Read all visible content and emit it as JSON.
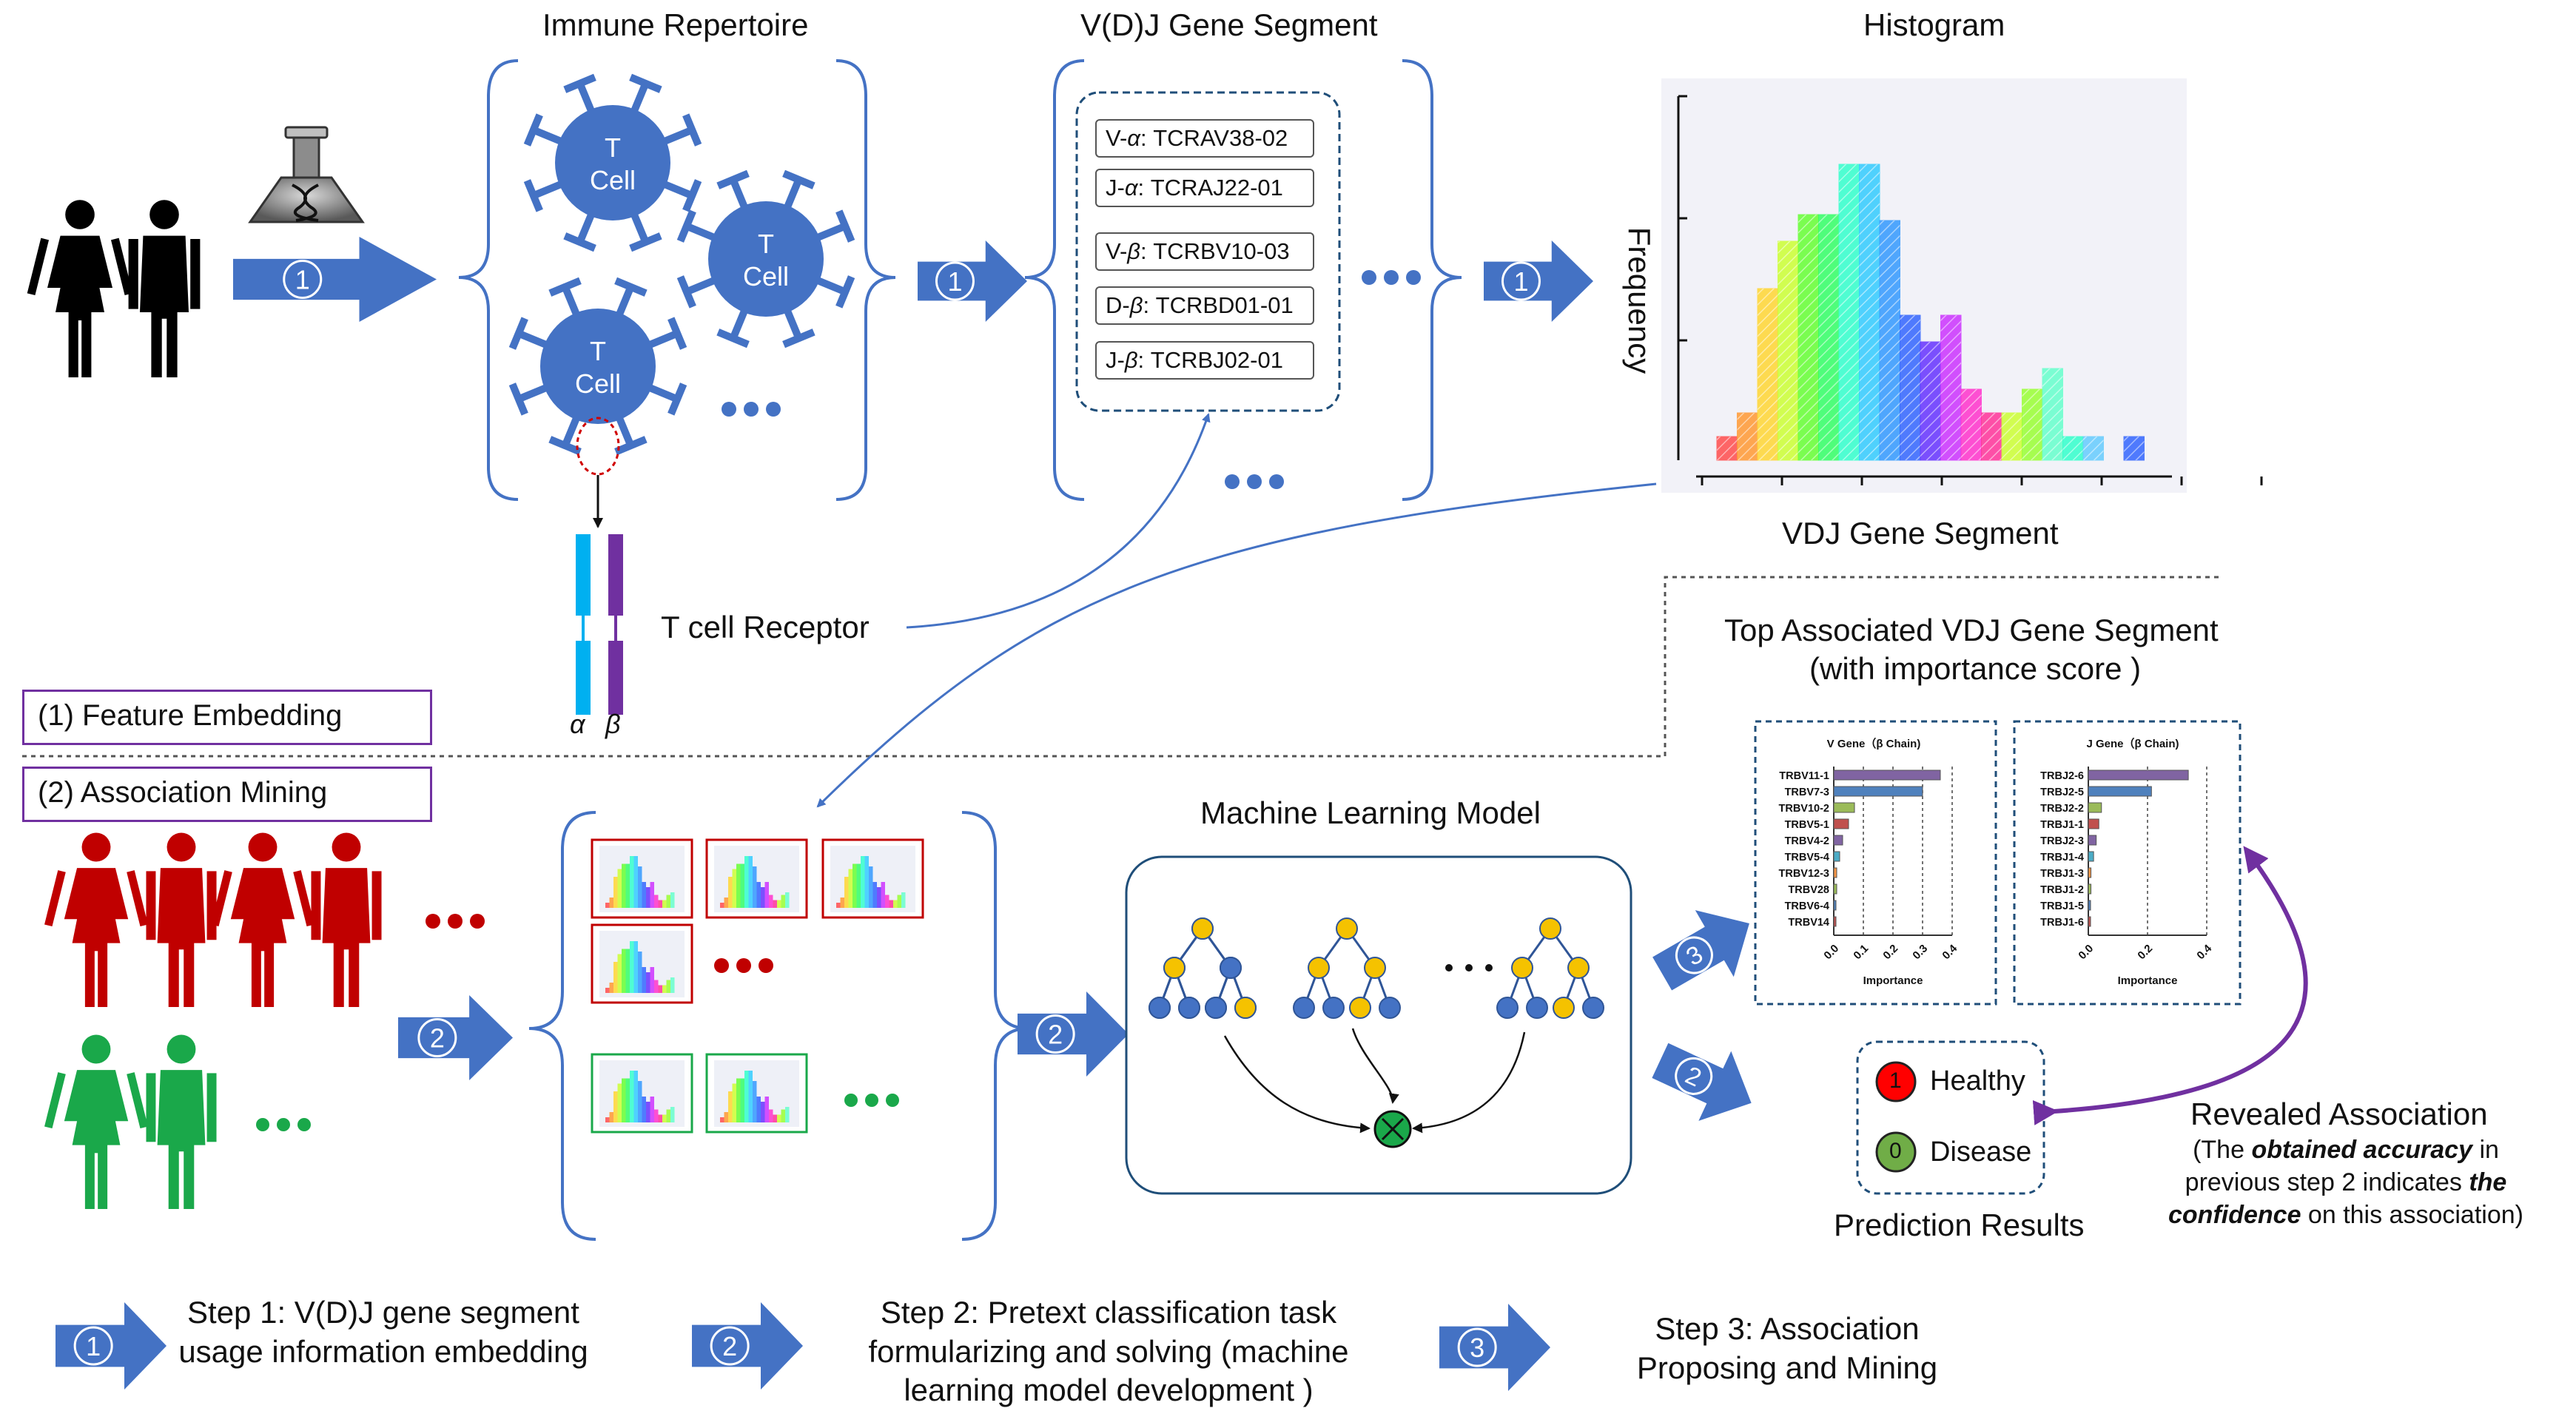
{
  "titles": {
    "immune_repertoire": "Immune Repertoire",
    "vdj_gene_segment": "V(D)J Gene Segment",
    "histogram": "Histogram",
    "histogram_ylabel": "Frequency",
    "histogram_xlabel": "VDJ Gene Segment",
    "tcr": "T cell Receptor",
    "ml_model": "Machine Learning Model",
    "top_associated_line1": "Top Associated VDJ Gene Segment",
    "top_associated_line2": "(with importance score )",
    "prediction_results": "Prediction Results"
  },
  "boxes": {
    "feature_embedding": "(1) Feature Embedding",
    "association_mining": "(2) Association Mining"
  },
  "cells": [
    "T\nCell",
    "T\nCell",
    "T\nCell"
  ],
  "cell_label_t": "T",
  "cell_label_cell": "Cell",
  "alpha": "α",
  "beta": "β",
  "segments": [
    {
      "prefix": "V-",
      "greek": "α",
      "name": ": TCRAV38-02"
    },
    {
      "prefix": "J-",
      "greek": "α",
      "name": ": TCRAJ22-01"
    },
    {
      "prefix": "V-",
      "greek": "β",
      "name": ": TCRBV10-03"
    },
    {
      "prefix": "D-",
      "greek": "β",
      "name": ": TCRBD01-01"
    },
    {
      "prefix": "J-",
      "greek": "β",
      "name": ": TCRBJ02-01"
    }
  ],
  "ellipsis": "• • •",
  "arrow_numbers": [
    "1",
    "2",
    "3"
  ],
  "legend": {
    "healthy_num": "1",
    "healthy": "Healthy",
    "disease_num": "0",
    "disease": "Disease"
  },
  "revealed": {
    "title": "Revealed Association",
    "line1_a": "(The ",
    "line1_b": "obtained accuracy",
    "line1_c": " in",
    "line2_a": "previous step 2 indicates ",
    "line2_b": "the",
    "line3_a": "confidence",
    "line3_b": " on this association)"
  },
  "steps": [
    {
      "num": "1",
      "text": "Step 1: V(D)J gene segment usage information embedding"
    },
    {
      "num": "2",
      "text": "Step 2: Pretext classification task formularizing and solving (machine learning model development )"
    },
    {
      "num": "3",
      "text": "Step 3: Association Proposing and Mining"
    }
  ],
  "colors": {
    "arrow_blue": "#4472c4",
    "cell_blue": "#4472c4",
    "healthy_red": "#c00000",
    "disease_green": "#1aa84a",
    "purple": "#7030a0",
    "node_yellow": "#f5c200",
    "node_blue": "#4472c4"
  },
  "chart_data": [
    {
      "type": "bar",
      "title": "",
      "xlabel": "VDJ Gene Segment",
      "ylabel": "Frequency",
      "values": [
        0.08,
        0.16,
        0.58,
        0.74,
        0.83,
        0.83,
        1.0,
        1.0,
        0.81,
        0.49,
        0.4,
        0.49,
        0.24,
        0.16,
        0.16,
        0.24,
        0.31,
        0.08,
        0.08,
        0.02,
        0.08
      ]
    },
    {
      "type": "bar",
      "title": "V Gene（β Chain)",
      "xlabel": "Importance",
      "orientation": "horizontal",
      "categories": [
        "TRBV11-1",
        "TRBV7-3",
        "TRBV10-2",
        "TRBV5-1",
        "TRBV4-2",
        "TRBV5-4",
        "TRBV12-3",
        "TRBV28",
        "TRBV6-4",
        "TRBV14"
      ],
      "values": [
        0.36,
        0.3,
        0.07,
        0.05,
        0.03,
        0.02,
        0.01,
        0.01,
        0.005,
        0.005
      ],
      "xticks": [
        "0.0",
        "0.1",
        "0.2",
        "0.3",
        "0.4"
      ],
      "xlim": [
        0,
        0.4
      ]
    },
    {
      "type": "bar",
      "title": "J Gene（β Chain)",
      "xlabel": "Importance",
      "orientation": "horizontal",
      "categories": [
        "TRBJ2-6",
        "TRBJ2-5",
        "TRBJ2-2",
        "TRBJ1-1",
        "TRBJ2-3",
        "TRBJ1-4",
        "TRBJ1-3",
        "TRBJ1-2",
        "TRBJ1-5",
        "TRBJ1-6"
      ],
      "values": [
        0.38,
        0.24,
        0.05,
        0.04,
        0.03,
        0.02,
        0.01,
        0.01,
        0.005,
        0.005
      ],
      "xticks": [
        "0.0",
        "0.2",
        "0.4"
      ],
      "xlim": [
        0,
        0.45
      ]
    }
  ]
}
